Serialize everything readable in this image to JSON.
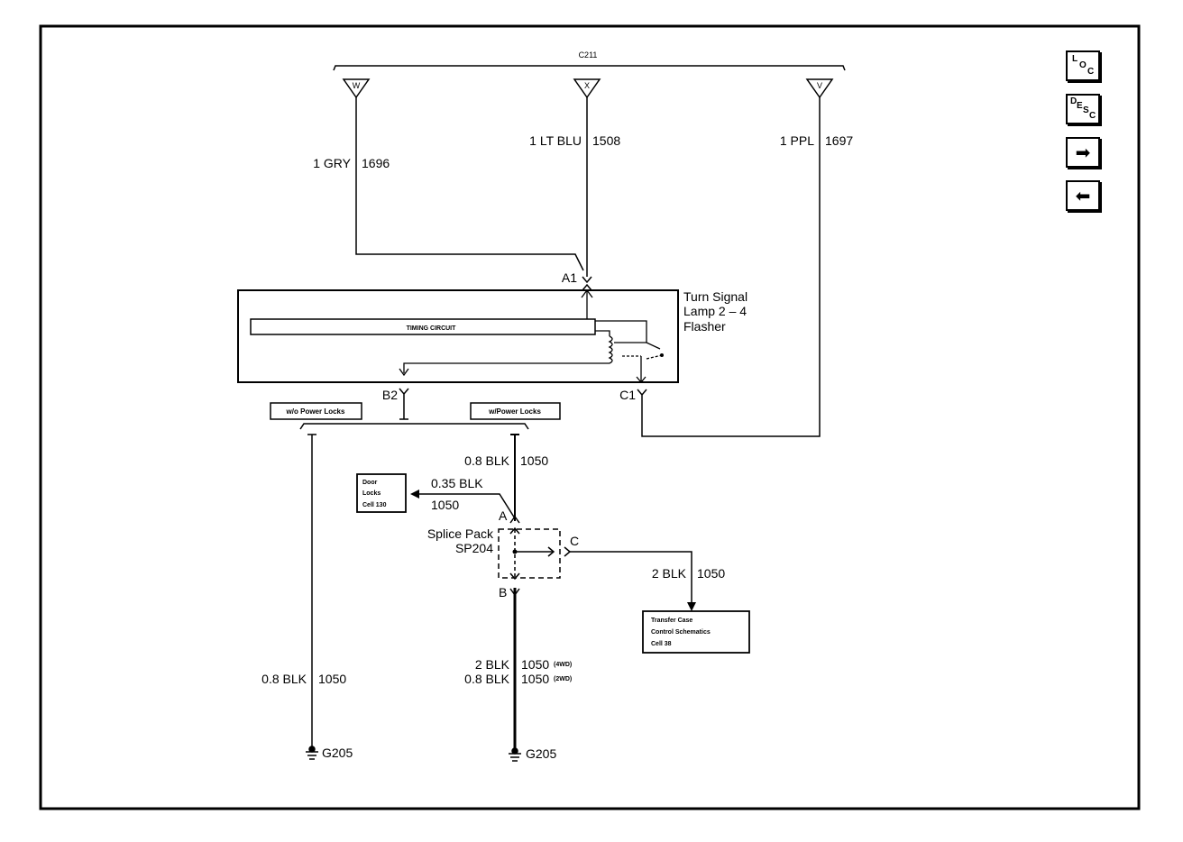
{
  "connector_top": "C211",
  "pins_top": {
    "w": "W",
    "x": "X",
    "v": "V"
  },
  "wires": {
    "gry": {
      "gauge_color": "1 GRY",
      "circuit": "1696"
    },
    "lt_blu": {
      "gauge_color": "1 LT BLU",
      "circuit": "1508"
    },
    "ppl": {
      "gauge_color": "1 PPL",
      "circuit": "1697"
    },
    "left_ground": {
      "gauge_color": "0.8 BLK",
      "circuit": "1050"
    },
    "center_upper": {
      "gauge_color": "0.8 BLK",
      "circuit": "1050"
    },
    "door_branch": {
      "gauge_color": "0.35 BLK",
      "circuit": "1050"
    },
    "transfer_branch": {
      "gauge_color": "2 BLK",
      "circuit": "1050"
    },
    "center_lower_4wd": {
      "gauge_color": "2 BLK",
      "circuit": "1050",
      "note": "(4WD)"
    },
    "center_lower_2wd": {
      "gauge_color": "0.8 BLK",
      "circuit": "1050",
      "note": "(2WD)"
    }
  },
  "flasher": {
    "title_line1": "Turn Signal",
    "title_line2": "Lamp 2 – 4",
    "title_line3": "Flasher",
    "timing_label": "TIMING CIRCUIT",
    "pins": {
      "a1": "A1",
      "b2": "B2",
      "c1": "C1"
    }
  },
  "options": {
    "without_locks": "w/o Power Locks",
    "with_locks": "w/Power Locks"
  },
  "door_locks_ref": {
    "line1": "Door",
    "line2": "Locks",
    "line3": "Cell 130"
  },
  "splice": {
    "name_line1": "Splice Pack",
    "name_line2": "SP204",
    "pin_a": "A",
    "pin_b": "B",
    "pin_c": "C"
  },
  "transfer_ref": {
    "line1": "Transfer Case",
    "line2": "Control Schematics",
    "line3": "Cell 38"
  },
  "grounds": {
    "left": "G205",
    "right": "G205"
  },
  "nav": {
    "loc": {
      "a": "L",
      "b": "O",
      "c": "C"
    },
    "desc": {
      "a": "D",
      "b": "E",
      "c": "S",
      "d": "C"
    },
    "forward_arrow": "➡",
    "back_arrow": "⬅"
  }
}
